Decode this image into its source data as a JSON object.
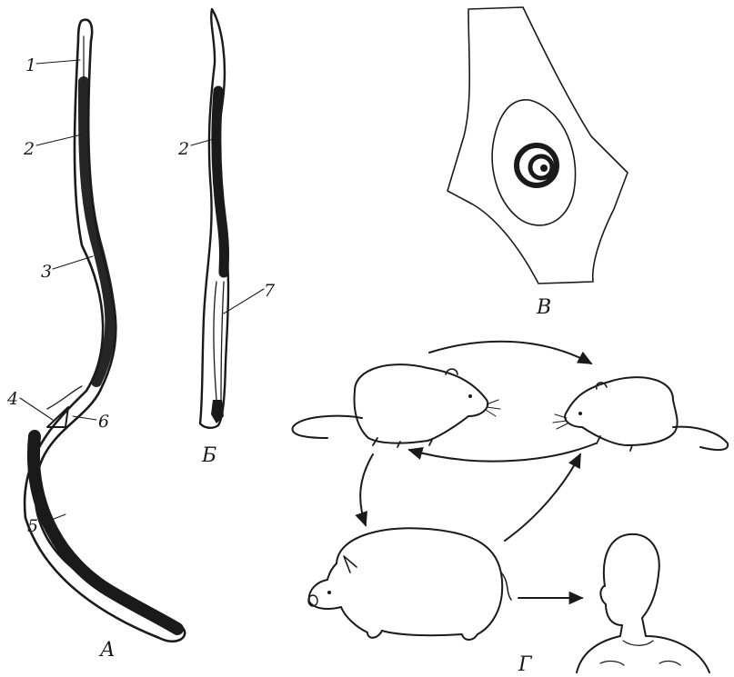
{
  "panels": {
    "a": {
      "letter": "А",
      "labels": [
        "1",
        "2",
        "3",
        "4",
        "5",
        "6"
      ]
    },
    "b": {
      "letter": "Б",
      "labels": [
        "2",
        "7"
      ]
    },
    "v": {
      "letter": "В"
    },
    "g": {
      "letter": "Г"
    }
  },
  "colors": {
    "ink": "#1a1a1a",
    "paper": "#ffffff"
  },
  "icons": [
    "rat-icon",
    "rat-icon",
    "pig-icon",
    "human-icon",
    "arrow-icon"
  ]
}
